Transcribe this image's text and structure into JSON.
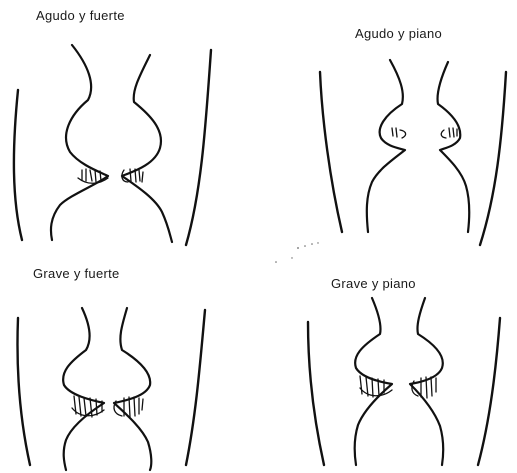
{
  "panels": [
    {
      "label": "Agudo y fuerte"
    },
    {
      "label": "Agudo y piano"
    },
    {
      "label": "Grave y fuerte"
    },
    {
      "label": "Grave y piano"
    }
  ],
  "colors": {
    "ink": "#111111",
    "background": "#ffffff"
  }
}
